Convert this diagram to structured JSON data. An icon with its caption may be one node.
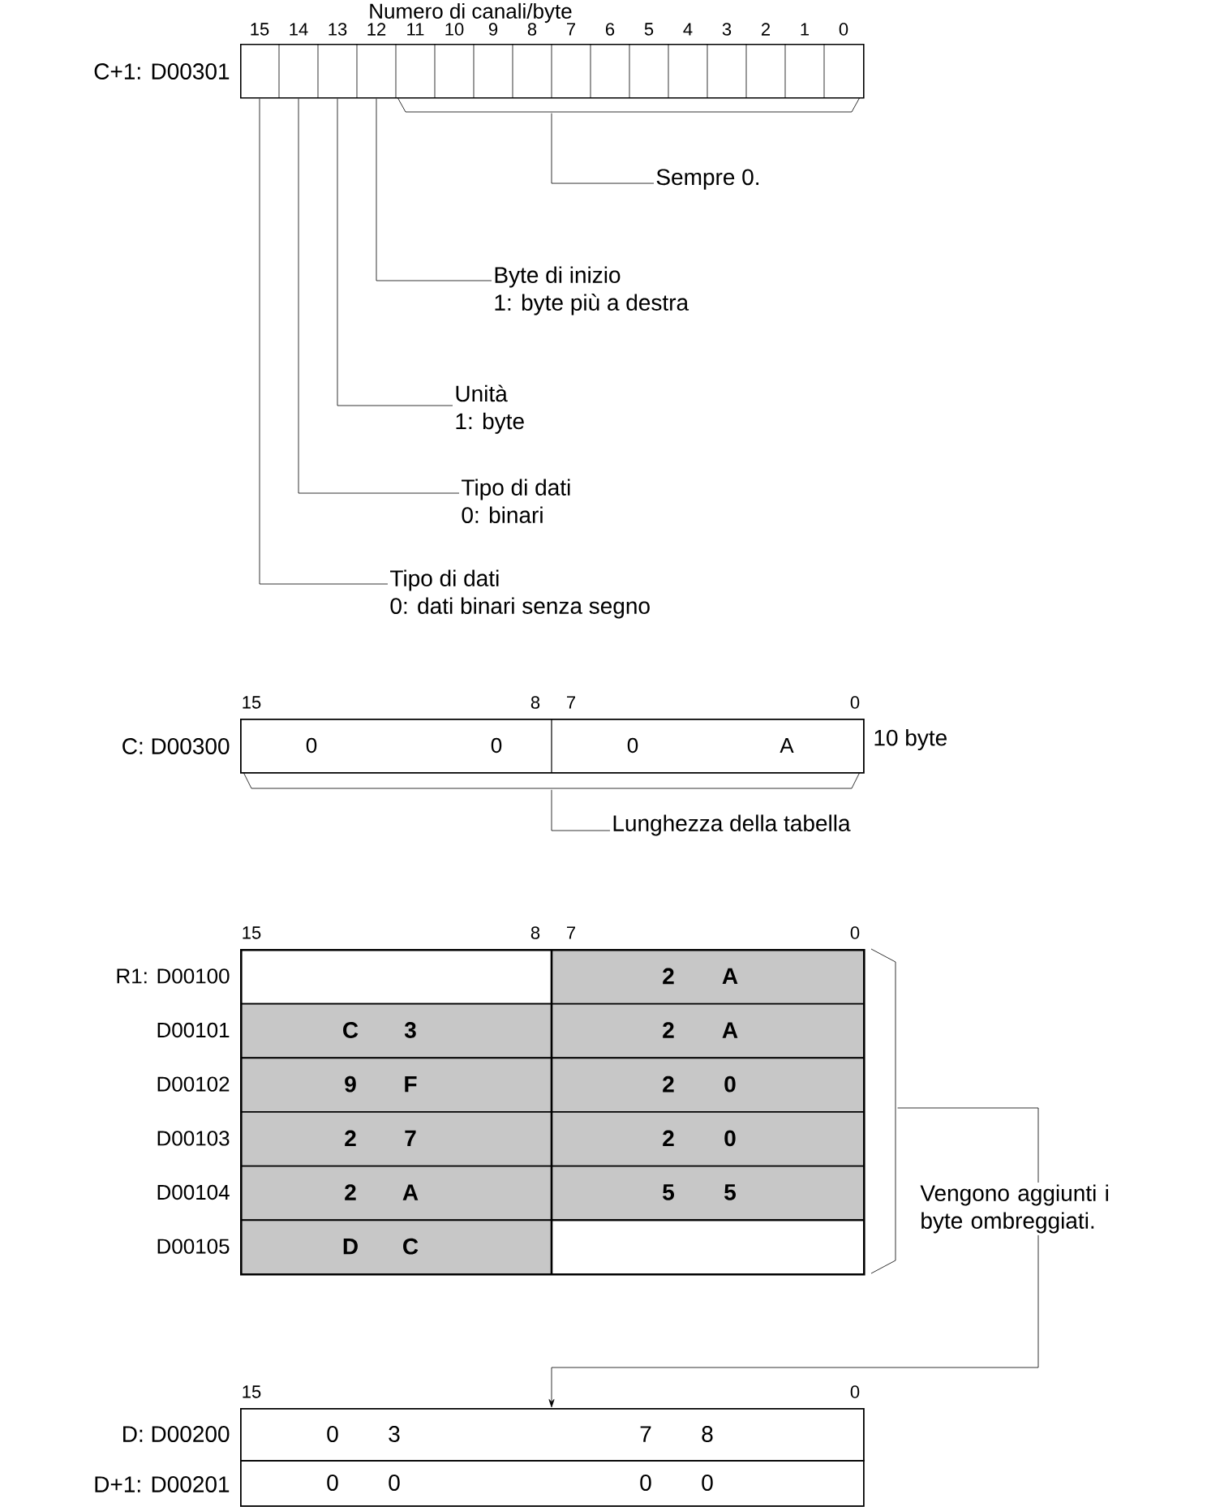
{
  "diagram": {
    "nodes": [
      {
        "text": [],
        "shape": "box",
        "beside": [
          "C+1: D00301"
        ]
      },
      {
        "text": [
          "Sempre 0."
        ]
      },
      {
        "text": [
          "Byte di inizio",
          "1: byte più a destra"
        ]
      },
      {
        "text": [
          "Unità",
          "1: byte"
        ]
      },
      {
        "text": [
          "Tipo di dati",
          "0: binari"
        ]
      },
      {
        "text": [
          "Tipo di dati",
          "0: dati binari senza segno"
        ]
      },
      {
        "text": [
          "0",
          "0",
          "0",
          "A"
        ],
        "beside": [
          "C: D00300",
          "10 byte"
        ]
      },
      {
        "text": [
          "Lunghezza della tabella"
        ]
      },
      {
        "text": [],
        "shape": "box"
      },
      {
        "text": [
          "2",
          "A"
        ],
        "in": 8,
        "beside": [
          "R1: D00100"
        ]
      },
      {
        "text": [
          "C",
          "3",
          "2",
          "A"
        ],
        "in": 8,
        "beside": [
          "D00101"
        ]
      },
      {
        "text": [
          "9",
          "F",
          "2",
          "0"
        ],
        "in": 8,
        "beside": [
          "D00102"
        ]
      },
      {
        "text": [
          "2",
          "7",
          "2",
          "0"
        ],
        "in": 8,
        "beside": [
          "D00103"
        ]
      },
      {
        "text": [
          "2",
          "A",
          "5",
          "5"
        ],
        "in": 8,
        "beside": [
          "D00104"
        ]
      },
      {
        "text": [
          "D",
          "C"
        ],
        "in": 8,
        "beside": [
          "D00105"
        ]
      },
      {
        "text": [
          "Vengono aggiunti i byte ombreggiati."
        ]
      },
      {
        "text": [
          "0",
          "3",
          "7",
          "8"
        ],
        "beside": [
          "D: D00200"
        ]
      },
      {
        "text": [
          "0",
          "0",
          "0",
          "0"
        ],
        "beside": [
          "D+1: D00201"
        ]
      }
    ],
    "edges": [
      {
        "from": 1,
        "to": 0,
        "arrow": "none"
      },
      {
        "from": 2,
        "to": 0,
        "arrow": "none"
      },
      {
        "from": 3,
        "to": 0,
        "arrow": "none"
      },
      {
        "from": 4,
        "to": 0,
        "arrow": "none"
      },
      {
        "from": 5,
        "to": 0,
        "arrow": "none"
      },
      {
        "from": 7,
        "to": 6,
        "arrow": "none"
      },
      {
        "from": 15,
        "to": 8,
        "arrow": "none"
      },
      {
        "from": 15,
        "to": 16,
        "arrow": "to"
      }
    ],
    "labels": [
      "Numero di canali/byte",
      "15",
      "14",
      "13",
      "12",
      "11",
      "10",
      "9",
      "8",
      "7",
      "6",
      "5",
      "4",
      "3",
      "2",
      "1",
      "0",
      "15",
      "8",
      "7",
      "0",
      "15",
      "8",
      "7",
      "0",
      "15",
      "0"
    ]
  }
}
